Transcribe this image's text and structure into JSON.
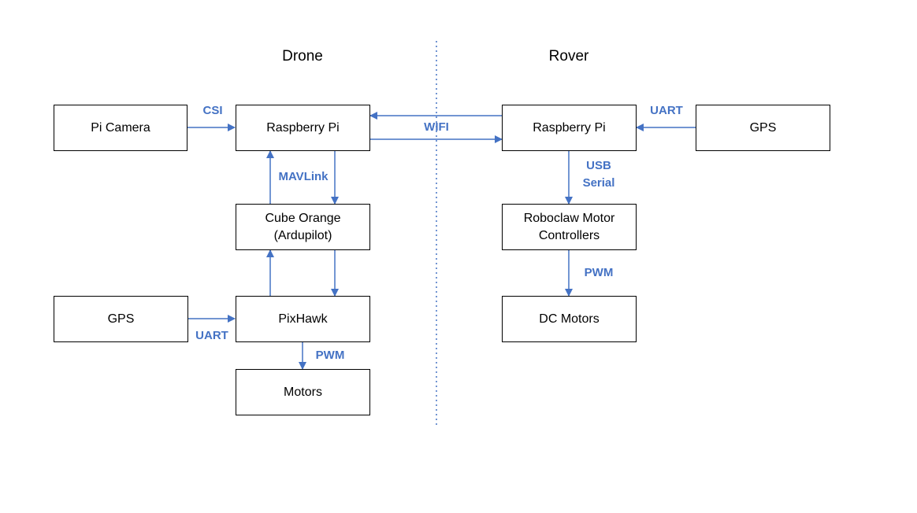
{
  "sections": {
    "left": "Drone",
    "right": "Rover"
  },
  "nodes": {
    "pi_camera": "Pi Camera",
    "drone_rpi": "Raspberry Pi",
    "cube_orange_line1": "Cube Orange",
    "cube_orange_line2": "(Ardupilot)",
    "drone_gps": "GPS",
    "pixhawk": "PixHawk",
    "motors": "Motors",
    "rover_rpi": "Raspberry Pi",
    "rover_gps": "GPS",
    "roboclaw_line1": "Roboclaw Motor",
    "roboclaw_line2": "Controllers",
    "dc_motors": "DC Motors"
  },
  "edge_labels": {
    "csi": "CSI",
    "wifi": "WIFI",
    "mavlink": "MAVLink",
    "uart_drone": "UART",
    "pwm_drone": "PWM",
    "uart_rover": "UART",
    "usb_serial_line1": "USB",
    "usb_serial_line2": "Serial",
    "pwm_rover": "PWM"
  },
  "colors": {
    "connector": "#4472C4",
    "label": "#4472C4",
    "divider": "#4472C4"
  }
}
